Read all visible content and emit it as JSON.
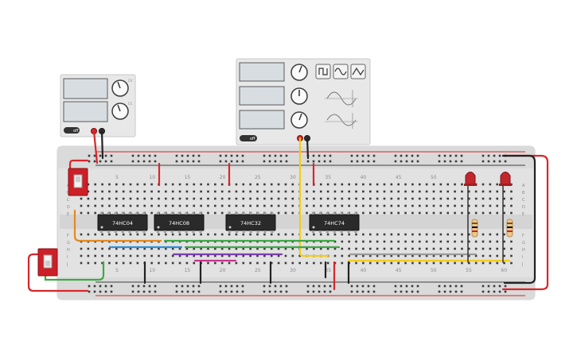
{
  "power_supply": {
    "off_label": "off",
    "knob_labels": [
      "CV",
      "CC"
    ]
  },
  "function_generator": {
    "off_label": "off",
    "waveforms": [
      "square-wave-icon",
      "sine-wave-icon",
      "triangle-wave-icon"
    ]
  },
  "breadboard": {
    "column_numbers": [
      "5",
      "10",
      "15",
      "20",
      "25",
      "30",
      "35",
      "40",
      "45",
      "50",
      "55",
      "60"
    ],
    "row_letters_top": [
      "A",
      "B",
      "C",
      "D",
      "E"
    ],
    "row_letters_bottom": [
      "F",
      "G",
      "H",
      "I",
      "J"
    ]
  },
  "chips": [
    {
      "label": "74HC04"
    },
    {
      "label": "74HC08"
    },
    {
      "label": "74HC32"
    },
    {
      "label": "74HC74"
    }
  ],
  "colors": {
    "board": "#e3e3e3",
    "rail_red": "#d8262b",
    "wire_orange": "#e5891f",
    "wire_blue": "#2f8fd6",
    "wire_green": "#3fa845",
    "wire_purple": "#7b3fb5",
    "wire_magenta": "#c4368f",
    "wire_yellow": "#f2cc1b",
    "wire_gray": "#9a9a9a",
    "wire_black": "#222222",
    "led_red": "#c1272d"
  }
}
